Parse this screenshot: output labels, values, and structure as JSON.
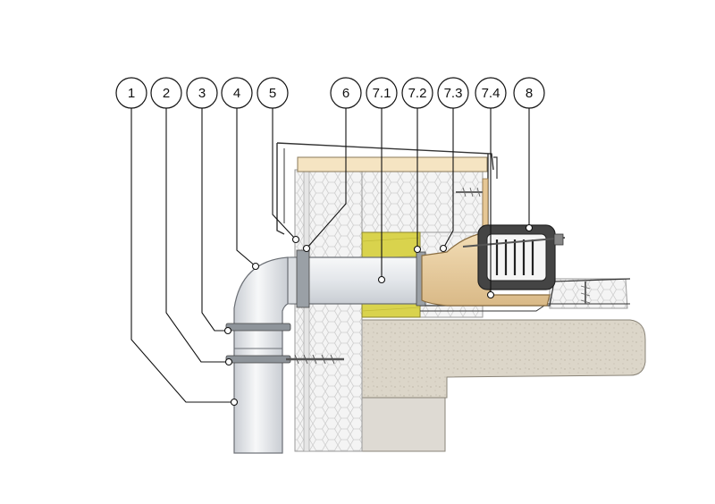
{
  "callouts": [
    {
      "id": "c1",
      "label": "1"
    },
    {
      "id": "c2",
      "label": "2"
    },
    {
      "id": "c3",
      "label": "3"
    },
    {
      "id": "c4",
      "label": "4"
    },
    {
      "id": "c5",
      "label": "5"
    },
    {
      "id": "c6",
      "label": "6"
    },
    {
      "id": "c71",
      "label": "7.1"
    },
    {
      "id": "c72",
      "label": "7.2"
    },
    {
      "id": "c73",
      "label": "7.3"
    },
    {
      "id": "c74",
      "label": "7.4"
    },
    {
      "id": "c8",
      "label": "8"
    }
  ],
  "colors": {
    "concrete": "#dcd6c9",
    "insulation": "#f1f1f1",
    "timber": "#f7e6c4",
    "pipe": "#e9ecef",
    "seal": "#e9cfa3",
    "mineral_wool": "#d7d24a",
    "grate": "#3a3a3a"
  }
}
